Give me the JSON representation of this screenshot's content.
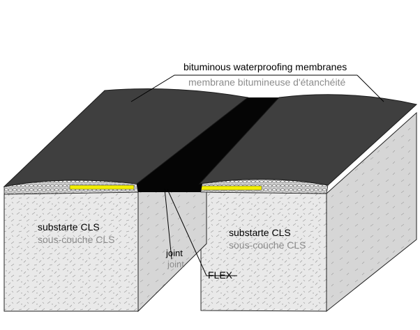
{
  "labels": {
    "membrane_en": "bituminous waterproofing membranes",
    "membrane_fr": "membrane bitumineuse d'étanchéité",
    "substrate_left_en": "substarte CLS",
    "substrate_left_fr": "sous-couche CLS",
    "substrate_right_en": "substarte CLS",
    "substrate_right_fr": "sous-couche CLS",
    "joint_en": "joint",
    "joint_fr": "joint",
    "flex": "FLEX"
  },
  "colors": {
    "membrane": "#3f3f3f",
    "joint_strip": "#050505",
    "concrete_front": "#e9e9e9",
    "concrete_side": "#d4d4d4",
    "gravel": "#c8c8c8",
    "yellow_strip": "#f2ee00",
    "french_text": "#8c8c8c"
  }
}
